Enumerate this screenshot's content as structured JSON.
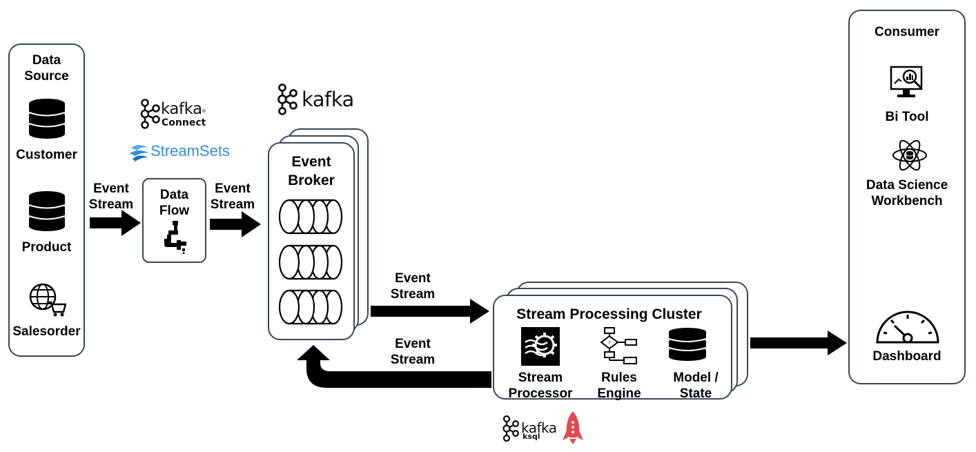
{
  "data_source": {
    "title": "Data\nSource",
    "items": [
      "Customer",
      "Product",
      "Salesorder"
    ]
  },
  "streams": {
    "event_stream": "Event\nStream"
  },
  "data_flow": {
    "title": "Data\nFlow"
  },
  "logos": {
    "kafka_connect": {
      "name": "kafka",
      "registered": "®",
      "sub": "Connect"
    },
    "streamsets": "StreamSets",
    "kafka_broker": "kafka",
    "kafka_ksql": {
      "name": "kafka",
      "sub": "ksql"
    }
  },
  "event_broker": {
    "title": "Event\nBroker"
  },
  "stream_processing": {
    "title": "Stream Processing Cluster",
    "items": [
      "Stream\nProcessor",
      "Rules\nEngine",
      "Model /\nState"
    ]
  },
  "consumer": {
    "title": "Consumer",
    "items": [
      "Bi Tool",
      "Data Science\nWorkbench",
      "Dashboard"
    ]
  },
  "colors": {
    "border": "#3a4656",
    "arrow": "#000000",
    "streamsets": "#2f8fd6",
    "ksql_rocket": "#e8474f"
  }
}
